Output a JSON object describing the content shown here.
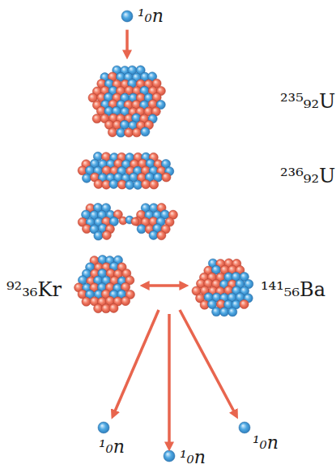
{
  "diagram": {
    "nodes": [
      {
        "text": [
          "¹₀n"
        ]
      },
      {
        "text": [
          "²³⁵₉₂U"
        ]
      },
      {
        "text": [
          "²³⁶₉₂U"
        ]
      },
      {
        "text": [
          "⁹²₃₆Kr"
        ]
      },
      {
        "text": [
          "¹⁴¹₅₆Ba"
        ]
      },
      {
        "text": [
          "¹₀n"
        ]
      },
      {
        "text": [
          "¹₀n"
        ]
      },
      {
        "text": [
          "¹₀n"
        ]
      }
    ],
    "edges": [
      {
        "from": 0,
        "to": 1,
        "arrow": "to"
      },
      {
        "from": 3,
        "to": 4,
        "arrow": "both"
      }
    ]
  }
}
